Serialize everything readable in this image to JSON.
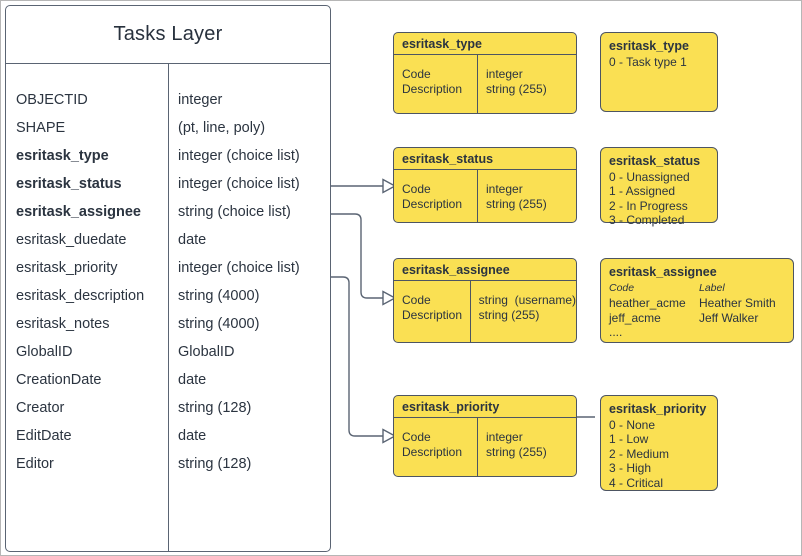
{
  "entity": {
    "title": "Tasks Layer",
    "fields": [
      {
        "name": "OBJECTID",
        "type": "integer",
        "bold": false
      },
      {
        "name": "SHAPE",
        "type": "(pt, line, poly)",
        "bold": false
      },
      {
        "name": "esritask_type",
        "type": "integer (choice list)",
        "bold": true
      },
      {
        "name": "esritask_status",
        "type": "integer (choice list)",
        "bold": true
      },
      {
        "name": "esritask_assignee",
        "type": "string (choice list)",
        "bold": true
      },
      {
        "name": "esritask_duedate",
        "type": "date",
        "bold": false
      },
      {
        "name": "esritask_priority",
        "type": "integer (choice list)",
        "bold": false
      },
      {
        "name": "esritask_description",
        "type": "string (4000)",
        "bold": false
      },
      {
        "name": "esritask_notes",
        "type": "string (4000)",
        "bold": false
      },
      {
        "name": "GlobalID",
        "type": "GlobalID",
        "bold": false
      },
      {
        "name": "CreationDate",
        "type": "date",
        "bold": false
      },
      {
        "name": "Creator",
        "type": "string (128)",
        "bold": false
      },
      {
        "name": "EditDate",
        "type": "date",
        "bold": false
      },
      {
        "name": "Editor",
        "type": "string (128)",
        "bold": false
      }
    ]
  },
  "schema_boxes": [
    {
      "title": "esritask_type",
      "left_lines": [
        "Code",
        "Description"
      ],
      "right_lines": [
        "integer",
        "string (255)"
      ]
    },
    {
      "title": "esritask_status",
      "left_lines": [
        "Code",
        "Description"
      ],
      "right_lines": [
        "integer",
        "string (255)"
      ]
    },
    {
      "title": "esritask_assignee",
      "left_lines": [
        "Code",
        "Description"
      ],
      "right_lines": [
        "string  (username)",
        "string (255)"
      ]
    },
    {
      "title": "esritask_priority",
      "left_lines": [
        "Code",
        "Description"
      ],
      "right_lines": [
        "integer",
        "string (255)"
      ]
    }
  ],
  "value_boxes": [
    {
      "title": "esritask_type",
      "lines": [
        "0 - Task type 1"
      ]
    },
    {
      "title": "esritask_status",
      "lines": [
        "0 - Unassigned",
        "1 - Assigned",
        "2 - In Progress",
        "3 - Completed"
      ]
    },
    {
      "title": "esritask_assignee",
      "header": {
        "code": "Code",
        "label": "Label"
      },
      "rows": [
        {
          "code": "heather_acme",
          "label": "Heather Smith"
        },
        {
          "code": "jeff_acme",
          "label": "Jeff Walker"
        },
        {
          "code": "....",
          "label": ""
        }
      ]
    },
    {
      "title": "esritask_priority",
      "lines": [
        "0 - None",
        "1 - Low",
        "2 - Medium",
        "3 - High",
        "4 - Critical"
      ]
    }
  ],
  "colors": {
    "domain_fill": "#fae053",
    "border": "#4d5562",
    "line": "#5a6473",
    "text": "#2b3440"
  }
}
